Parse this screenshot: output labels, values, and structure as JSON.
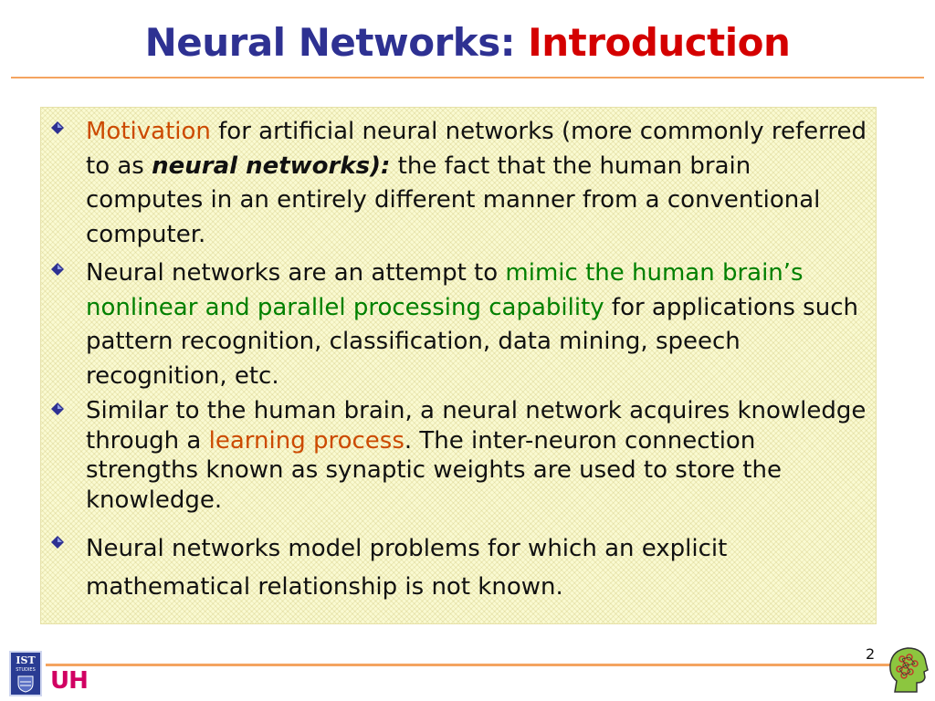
{
  "title": {
    "part1": "Neural Networks: ",
    "part2": "Introduction"
  },
  "page_number": "2",
  "bullets": [
    {
      "segments": [
        {
          "text": "Motivation",
          "style": "orange"
        },
        {
          "text": " for artificial neural networks (more commonly referred to as ",
          "style": "plain"
        },
        {
          "text": "neural networks):",
          "style": "bold-italic"
        },
        {
          "text": " the fact that the human brain computes in an entirely different manner from a conventional computer.",
          "style": "plain"
        }
      ]
    },
    {
      "segments": [
        {
          "text": "Neural networks are an attempt to ",
          "style": "plain"
        },
        {
          "text": "mimic the human brain’s nonlinear and parallel processing capability",
          "style": "green"
        },
        {
          "text": " for applications such pattern recognition, classification, data mining, speech recognition, etc.",
          "style": "plain"
        }
      ]
    },
    {
      "segments": [
        {
          "text": "Similar to the human brain, a neural network acquires knowledge through a ",
          "style": "plain"
        },
        {
          "text": "learning process",
          "style": "orange"
        },
        {
          "text": ". The inter-neuron connection strengths known as synaptic weights are used to store the knowledge.",
          "style": "plain"
        }
      ]
    },
    {
      "segments": [
        {
          "text": "Neural networks model problems for which an explicit mathematical relationship is not known.",
          "style": "plain"
        }
      ]
    }
  ],
  "logos": {
    "ist_text": "IST",
    "ist_sub": "STUDIES",
    "uh_text": "UH"
  },
  "colors": {
    "title_blue": "#2e3192",
    "title_red": "#d40000",
    "accent_orange": "#cc4a00",
    "accent_green": "#008000",
    "rule": "#f4a460"
  }
}
